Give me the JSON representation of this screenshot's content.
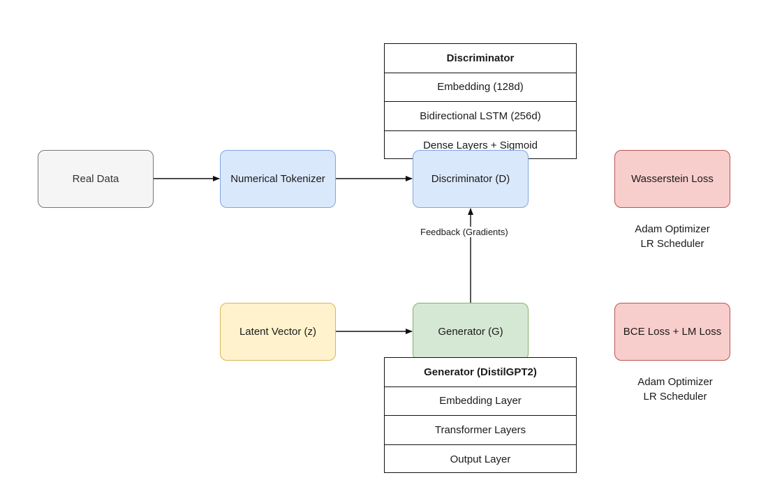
{
  "nodes": {
    "real_data": "Real Data",
    "numerical_tokenizer": "Numerical Tokenizer",
    "discriminator": "Discriminator (D)",
    "latent_vector": "Latent Vector (z)",
    "generator": "Generator (G)",
    "wasserstein_loss": "Wasserstein Loss",
    "bce_loss": "BCE Loss + LM Loss"
  },
  "discriminator_stack": {
    "title": "Discriminator",
    "layers": [
      "Embedding (128d)",
      "Bidirectional LSTM (256d)",
      "Dense Layers + Sigmoid"
    ]
  },
  "generator_stack": {
    "title": "Generator (DistilGPT2)",
    "layers": [
      "Embedding Layer",
      "Transformer Layers",
      "Output Layer"
    ]
  },
  "notes": {
    "discriminator_optim": [
      "Adam Optimizer",
      "LR Scheduler"
    ],
    "generator_optim": [
      "Adam Optimizer",
      "LR Scheduler"
    ]
  },
  "edges": {
    "feedback_label": "Feedback (Gradients)"
  },
  "colors": {
    "real_fill": "#f5f5f5",
    "blue_fill": "#dae8fc",
    "yellow_fill": "#fff2cc",
    "green_fill": "#d5e8d4",
    "red_fill": "#f8cecc"
  }
}
